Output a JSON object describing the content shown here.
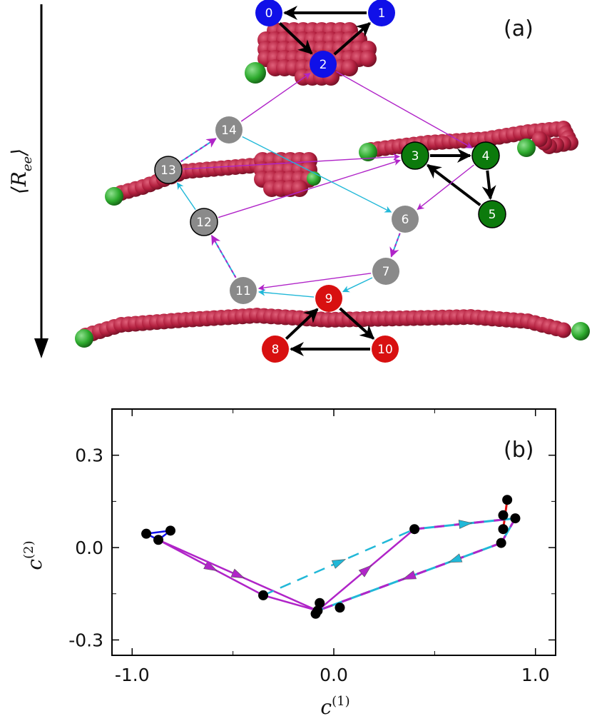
{
  "panel_a": {
    "label": "(a)",
    "axis_label": "⟨R_ee⟩",
    "colors": {
      "blue": "#1010e8",
      "green": "#0c7a0c",
      "red": "#d81010",
      "gray": "#8a8a8a",
      "polymer": "#b3203f",
      "polymer_end": "#2daa2d",
      "magenta": "#b024c8",
      "cyan": "#21b8d8"
    },
    "nodes": [
      {
        "id": "0",
        "group": "blue"
      },
      {
        "id": "1",
        "group": "blue"
      },
      {
        "id": "2",
        "group": "blue"
      },
      {
        "id": "3",
        "group": "green"
      },
      {
        "id": "4",
        "group": "green"
      },
      {
        "id": "5",
        "group": "green"
      },
      {
        "id": "6",
        "group": "gray"
      },
      {
        "id": "7",
        "group": "gray"
      },
      {
        "id": "8",
        "group": "red"
      },
      {
        "id": "9",
        "group": "red"
      },
      {
        "id": "10",
        "group": "red"
      },
      {
        "id": "11",
        "group": "gray"
      },
      {
        "id": "12",
        "group": "gray"
      },
      {
        "id": "13",
        "group": "gray"
      },
      {
        "id": "14",
        "group": "gray"
      }
    ],
    "edges": [
      {
        "from": "1",
        "to": "0",
        "style": "black"
      },
      {
        "from": "0",
        "to": "2",
        "style": "black"
      },
      {
        "from": "2",
        "to": "1",
        "style": "black"
      },
      {
        "from": "3",
        "to": "4",
        "style": "black"
      },
      {
        "from": "4",
        "to": "5",
        "style": "black"
      },
      {
        "from": "5",
        "to": "3",
        "style": "black"
      },
      {
        "from": "9",
        "to": "10",
        "style": "black"
      },
      {
        "from": "10",
        "to": "8",
        "style": "black"
      },
      {
        "from": "8",
        "to": "9",
        "style": "black"
      },
      {
        "from": "14",
        "to": "2",
        "style": "magenta"
      },
      {
        "from": "2",
        "to": "4",
        "style": "magenta"
      },
      {
        "from": "4",
        "to": "6",
        "style": "magenta"
      },
      {
        "from": "13",
        "to": "3",
        "style": "magenta"
      },
      {
        "from": "12",
        "to": "3",
        "style": "magenta"
      },
      {
        "from": "7",
        "to": "11",
        "style": "magenta"
      },
      {
        "from": "14",
        "to": "6",
        "style": "cyan"
      },
      {
        "from": "12",
        "to": "13",
        "style": "cyan"
      },
      {
        "from": "7",
        "to": "9",
        "style": "cyan"
      },
      {
        "from": "9",
        "to": "11",
        "style": "cyan"
      },
      {
        "from": "13",
        "to": "14",
        "style": "dashed"
      },
      {
        "from": "6",
        "to": "7",
        "style": "dashed"
      },
      {
        "from": "11",
        "to": "12",
        "style": "dashed"
      }
    ]
  },
  "panel_b": {
    "label": "(b)",
    "colors": {
      "magenta": "#b024c8",
      "cyan": "#21b8d8",
      "blue": "#1010e8",
      "red": "#e01010",
      "green": "#0c7a0c",
      "point": "#000000"
    },
    "chart_data": {
      "type": "scatter",
      "title": "",
      "xlabel": "c^(1)",
      "ylabel": "c^(2)",
      "xlim": [
        -1.1,
        1.1
      ],
      "ylim": [
        -0.35,
        0.45
      ],
      "xticks": [
        -1.0,
        0.0,
        1.0
      ],
      "xtick_labels": [
        "-1.0",
        "0.0",
        "1.0"
      ],
      "yticks": [
        -0.3,
        0.0,
        0.3
      ],
      "ytick_labels": [
        "-0.3",
        "0.0",
        "0.3"
      ],
      "minor_xticks": [
        -0.5,
        0.5
      ],
      "minor_yticks": [
        -0.15,
        0.15
      ],
      "grid": false,
      "points": [
        {
          "x": -0.93,
          "y": 0.045
        },
        {
          "x": -0.81,
          "y": 0.055
        },
        {
          "x": -0.87,
          "y": 0.025
        },
        {
          "x": -0.08,
          "y": -0.205
        },
        {
          "x": -0.09,
          "y": -0.215
        },
        {
          "x": -0.07,
          "y": -0.18
        },
        {
          "x": 0.03,
          "y": -0.195
        },
        {
          "x": 0.4,
          "y": 0.06
        },
        {
          "x": -0.35,
          "y": -0.155
        },
        {
          "x": 0.84,
          "y": 0.105
        },
        {
          "x": 0.86,
          "y": 0.155
        },
        {
          "x": 0.9,
          "y": 0.095
        },
        {
          "x": 0.84,
          "y": 0.06
        },
        {
          "x": 0.83,
          "y": 0.015
        }
      ],
      "segments": [
        {
          "x": [
            -0.93,
            -0.81,
            -0.87,
            -0.93
          ],
          "y": [
            0.045,
            0.055,
            0.025,
            0.045
          ],
          "style": "blue"
        },
        {
          "x": [
            0.86,
            0.84
          ],
          "y": [
            0.155,
            0.06
          ],
          "style": "red"
        },
        {
          "x": [
            -0.08,
            -0.07
          ],
          "y": [
            -0.205,
            -0.18
          ],
          "style": "green"
        },
        {
          "x": [
            -0.87,
            -0.35
          ],
          "y": [
            0.025,
            -0.155
          ],
          "style": "magenta",
          "arrow": true
        },
        {
          "x": [
            -0.87,
            -0.08
          ],
          "y": [
            0.025,
            -0.205
          ],
          "style": "magenta",
          "arrow": true
        },
        {
          "x": [
            -0.35,
            -0.08
          ],
          "y": [
            -0.155,
            -0.205
          ],
          "style": "magenta"
        },
        {
          "x": [
            -0.08,
            0.4
          ],
          "y": [
            -0.205,
            0.06
          ],
          "style": "magenta",
          "arrow": true
        },
        {
          "x": [
            -0.35,
            0.4
          ],
          "y": [
            -0.155,
            0.06
          ],
          "style": "cyan-dashed",
          "arrow": true
        },
        {
          "x": [
            0.4,
            0.9
          ],
          "y": [
            0.06,
            0.095
          ],
          "style": "mixed",
          "arrow": true
        },
        {
          "x": [
            0.9,
            0.83
          ],
          "y": [
            0.095,
            0.015
          ],
          "style": "mixed"
        },
        {
          "x": [
            0.83,
            -0.08
          ],
          "y": [
            0.015,
            -0.205
          ],
          "style": "mixed",
          "arrow": true
        }
      ]
    }
  }
}
